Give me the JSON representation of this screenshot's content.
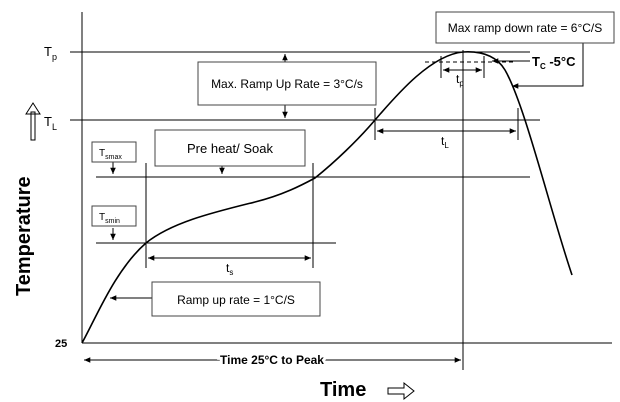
{
  "diagram": {
    "y_axis_label": "Temperature",
    "x_axis_label": "Time",
    "y_ticks": {
      "tp_main": "T",
      "tp_sub": "p",
      "tl_main": "T",
      "tl_sub": "L",
      "start": "25"
    },
    "tsmax": {
      "main": "T",
      "sub": "smax"
    },
    "tsmin": {
      "main": "T",
      "sub": "smin"
    },
    "preheat_box": "Pre heat/ Soak",
    "ramp_up_max_box": "Max. Ramp Up Rate = 3°C/s",
    "ramp_down_box": "Max ramp down rate = 6°C/S",
    "ramp_up_box": "Ramp up rate = 1°C/S",
    "tc_label": {
      "main": "T",
      "sub": "C",
      "suffix": " -5°C"
    },
    "tp_time": {
      "main": "t",
      "sub": "p"
    },
    "tl_time": {
      "main": "t",
      "sub": "L"
    },
    "ts_time": {
      "main": "t",
      "sub": "s"
    },
    "time_to_peak": "Time 25°C to Peak",
    "time_arrow_icon": "right-arrow-icon",
    "temp_arrow_icon": "up-arrow-icon"
  }
}
